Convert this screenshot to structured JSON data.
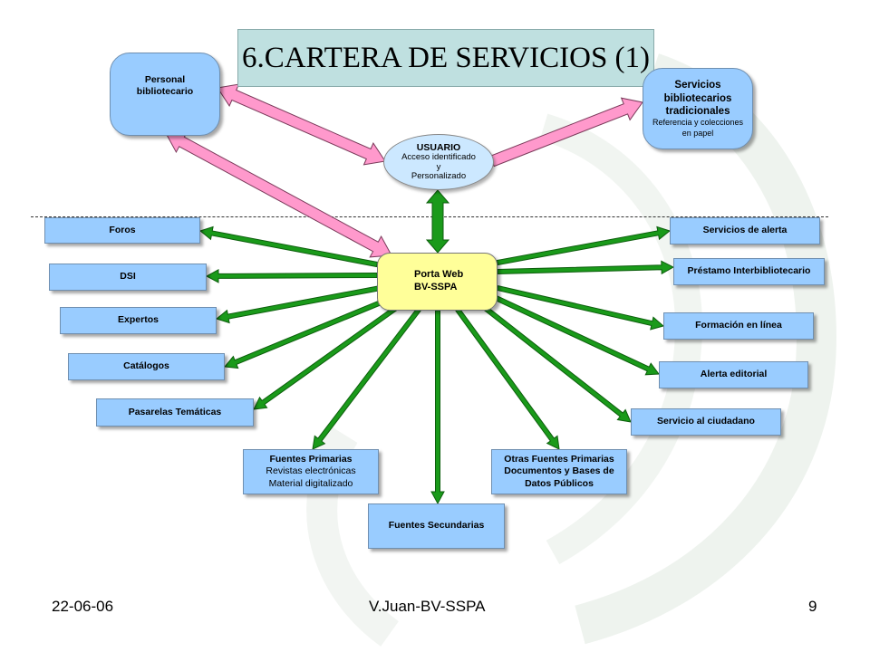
{
  "title": "6.CARTERA DE SERVICIOS (1)",
  "personal": [
    "Personal",
    "bibliotecario"
  ],
  "tradicionales": {
    "bold": [
      "Servicios",
      "bibliotecarios",
      "tradicionales"
    ],
    "sub": [
      "Referencia y colecciones",
      "en papel"
    ]
  },
  "usuario": {
    "head": "USUARIO",
    "lines": [
      "Acceso identificado",
      "y",
      "Personalizado"
    ]
  },
  "portal": [
    "Porta Web",
    "BV-SSPA"
  ],
  "left_services": [
    "Foros",
    "DSI",
    "Expertos",
    "Catálogos",
    "Pasarelas Temáticas"
  ],
  "right_services": [
    "Servicios de alerta",
    "Préstamo Interbibliotecario",
    "Formación en línea",
    "Alerta editorial",
    "Servicio al ciudadano"
  ],
  "fuentes_primarias": {
    "head": "Fuentes Primarias",
    "lines": [
      "Revistas electrónicas",
      "Material digitalizado"
    ]
  },
  "otras_fuentes": [
    "Otras Fuentes Primarias",
    "Documentos y Bases de",
    "Datos Públicos"
  ],
  "fuentes_secundarias": "Fuentes Secundarias",
  "footer": {
    "date": "22-06-06",
    "author": "V.Juan-BV-SSPA",
    "page": "9"
  },
  "colors": {
    "box": "#99ccff",
    "portal": "#ffff99",
    "green_arrow": "#1a9a1a",
    "pink_arrow": "#ff99cc",
    "title_bg": "#bfe0e0"
  }
}
